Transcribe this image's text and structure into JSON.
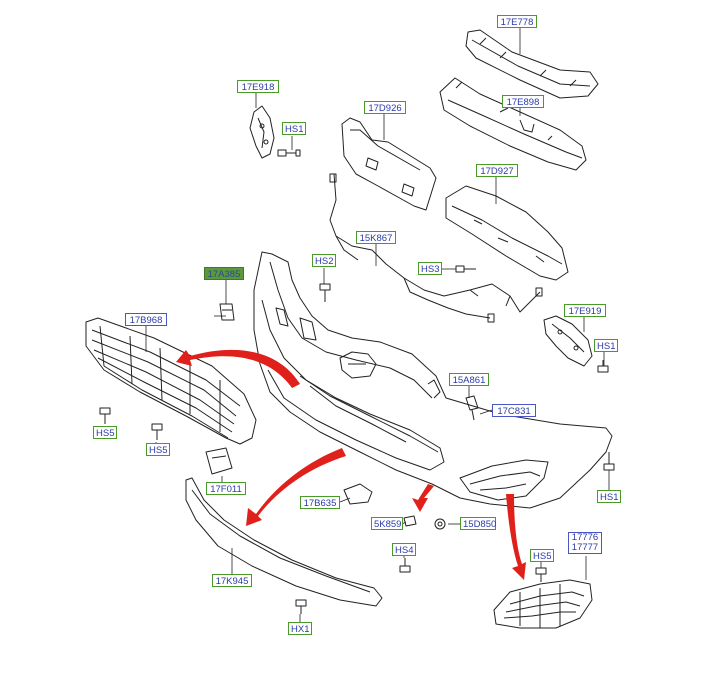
{
  "labels": {
    "l17E778": "17E778",
    "l17E918": "17E918",
    "l17D926": "17D926",
    "l17E898": "17E898",
    "lHS1_a": "HS1",
    "l17D927": "17D927",
    "l15K867": "15K867",
    "lHS2": "HS2",
    "lHS3": "HS3",
    "l17A385": "17A385",
    "l17E919": "17E919",
    "l17B968": "17B968",
    "lHS1_b": "HS1",
    "l15A861": "15A861",
    "l17C831": "17C831",
    "lHS5_a": "HS5",
    "lHS5_b": "HS5",
    "l17F011": "17F011",
    "lHS1_c": "HS1",
    "l17B635": "17B635",
    "l5K859": "5K859",
    "l15D850": "15D850",
    "l17776": "17776\n17777",
    "lHS4": "HS4",
    "lHS5_c": "HS5",
    "l17K945": "17K945",
    "lHX1": "HX1"
  },
  "colors": {
    "line": "#222222",
    "arrow": "#e0201a",
    "label_border_green": "#4a9a2a",
    "label_border_blue": "#4a55c8",
    "label_text": "#2a3ba8",
    "label_fill": "#5b9a3c"
  }
}
